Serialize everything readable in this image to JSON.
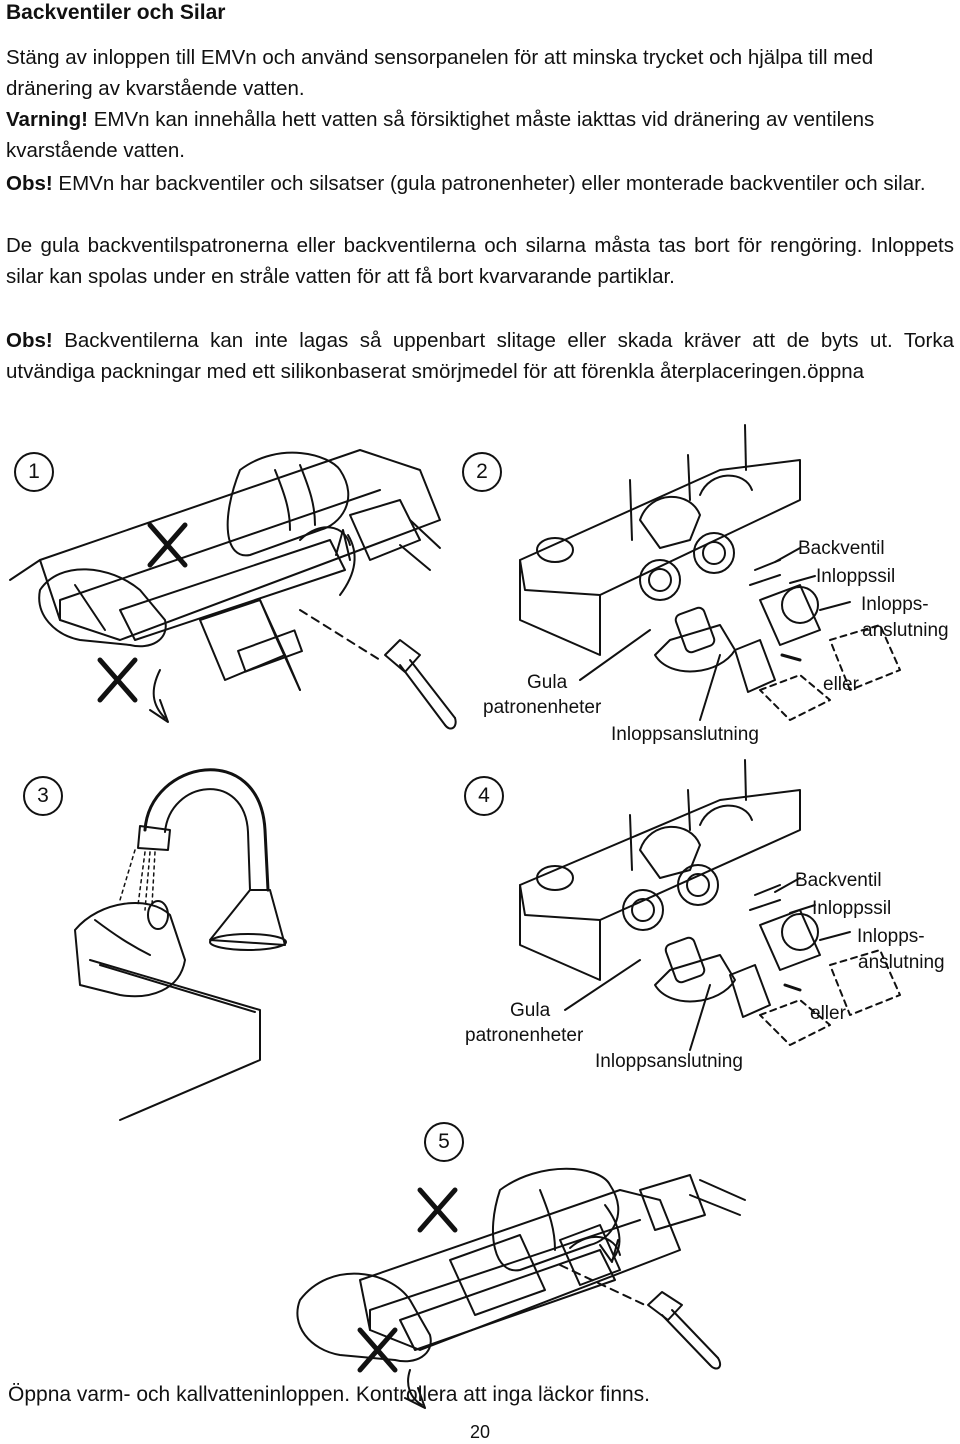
{
  "heading": "Backventiler och Silar",
  "paragraphs": {
    "p1": "Stäng av inloppen till EMVn och använd sensorpanelen för att minska trycket och hjälpa till med dränering av kvarstående vatten.",
    "p2_label": "Varning!",
    "p2_text": " EMVn kan innehålla hett vatten så försiktighet måste iakttas vid dränering av ventilens kvarstående vatten.",
    "p3_label": "Obs!",
    "p3_text": " EMVn har backventiler och silsatser (gula patronenheter) eller monterade backventiler och silar.",
    "p4": "De gula backventilspatronerna eller backventilerna och silarna måsta tas bort för rengöring. Inloppets silar kan spolas under en stråle vatten för att få bort kvarvarande partiklar.",
    "p5_label": "Obs!",
    "p5_text": " Backventilerna kan inte lagas så uppenbart slitage eller skada kräver att de byts ut. Torka utvändiga packningar med ett silikonbaserat smörjmedel för att förenkla återplaceringen.öppna"
  },
  "steps": [
    "1",
    "2",
    "3",
    "4",
    "5"
  ],
  "figure2_labels": {
    "backventil": "Backventil",
    "inloppssil": "Inloppssil",
    "inlopps_1": "Inlopps-",
    "inlopps_2": "anslutning",
    "eller": "eller",
    "gula": "Gula",
    "patronenheter": "patronenheter",
    "inloppsanslutning": "Inloppsanslutning"
  },
  "figure4_labels": {
    "backventil": "Backventil",
    "inloppssil": "Inloppssil",
    "inlopps_1": "Inlopps-",
    "inlopps_2": "anslutning",
    "eller": "eller",
    "gula": "Gula",
    "patronenheter": "patronenheter",
    "inloppsanslutning": "Inloppsanslutning"
  },
  "footer": "Öppna varm- och kallvatteninloppen. Kontrollera att inga läckor finns.",
  "page_number": "20"
}
